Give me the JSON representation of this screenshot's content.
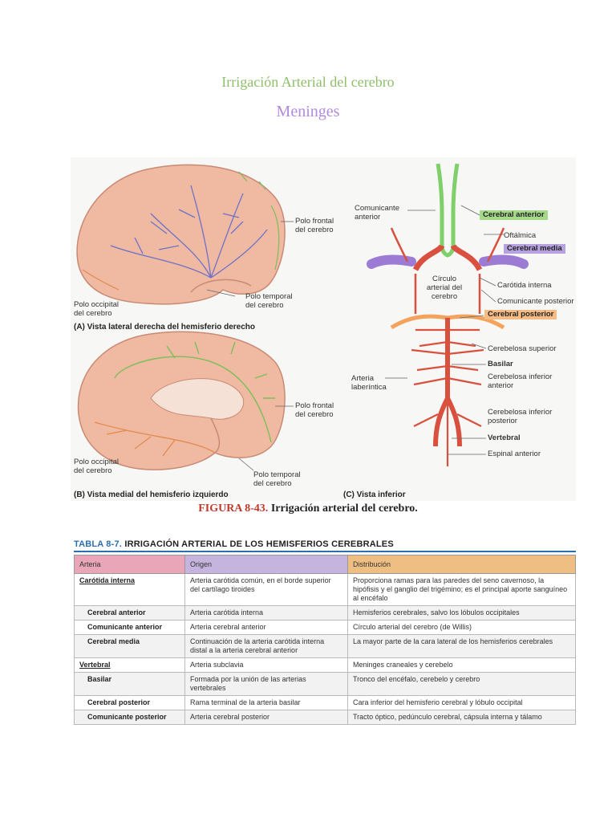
{
  "header": {
    "title": "Irrigación Arterial del cerebro",
    "subtitle": "Meninges"
  },
  "figure": {
    "lateral": {
      "polo_frontal": "Polo frontal del cerebro",
      "polo_occipital": "Polo occipital del cerebro",
      "polo_temporal": "Polo temporal del cerebro",
      "caption": "(A) Vista lateral derecha del hemisferio derecho"
    },
    "medial": {
      "polo_frontal": "Polo frontal del cerebro",
      "polo_occipital": "Polo occipital del cerebro",
      "polo_temporal": "Polo temporal del cerebro",
      "caption": "(B) Vista medial del hemisferio izquierdo"
    },
    "inferior": {
      "comunicante_anterior": "Comunicante anterior",
      "cerebral_anterior": "Cerebral anterior",
      "oftalmica": "Oftálmica",
      "cerebral_media": "Cerebral media",
      "circulo": "Círculo arterial del cerebro",
      "carotida_interna": "Carótida interna",
      "comunicante_posterior": "Comunicante posterior",
      "cerebral_posterior": "Cerebral posterior",
      "cerebelosa_superior": "Cerebelosa superior",
      "basilar": "Basilar",
      "arteria_laberintica": "Arteria laberíntica",
      "cerebelosa_inf_ant": "Cerebelosa inferior anterior",
      "cerebelosa_inf_post": "Cerebelosa inferior posterior",
      "vertebral": "Vertebral",
      "espinal_anterior": "Espinal anterior",
      "caption": "(C) Vista inferior"
    },
    "caption_num": "FIGURA 8-43.",
    "caption_text": "Irrigación arterial del cerebro."
  },
  "table": {
    "label_num": "TABLA 8-7.",
    "label_text": "IRRIGACIÓN ARTERIAL DE LOS HEMISFERIOS CEREBRALES",
    "headers": [
      "Arteria",
      "Origen",
      "Distribución"
    ],
    "rows": [
      [
        "Carótida interna",
        "Arteria carótida común, en el borde superior del cartílago tiroides",
        "Proporciona ramas para las paredes del seno cavernoso, la hipófisis y el ganglio del trigémino; es el principal aporte sanguíneo al encéfalo"
      ],
      [
        "Cerebral anterior",
        "Arteria carótida interna",
        "Hemisferios cerebrales, salvo los lóbulos occipitales"
      ],
      [
        "Comunicante anterior",
        "Arteria cerebral anterior",
        "Círculo arterial del cerebro (de Willis)"
      ],
      [
        "Cerebral media",
        "Continuación de la arteria carótida interna distal a la arteria cerebral anterior",
        "La mayor parte de la cara lateral de los hemisferios cerebrales"
      ],
      [
        "Vertebral",
        "Arteria subclavia",
        "Meninges craneales y cerebelo"
      ],
      [
        "Basilar",
        "Formada por la unión de las arterias vertebrales",
        "Tronco del encéfalo, cerebelo y cerebro"
      ],
      [
        "Cerebral posterior",
        "Rama terminal de la arteria basilar",
        "Cara inferior del hemisferio cerebral y lóbulo occipital"
      ],
      [
        "Comunicante posterior",
        "Arteria cerebral posterior",
        "Tracto óptico, pedúnculo cerebral, cápsula interna y tálamo"
      ]
    ]
  },
  "colors": {
    "title": "#8fbf6a",
    "subtitle": "#b28ae0",
    "cerebral_anterior": "#7fcf6a",
    "cerebral_media": "#a889d8",
    "cerebral_posterior": "#f3a35c",
    "arteries_red": "#d9503f"
  }
}
